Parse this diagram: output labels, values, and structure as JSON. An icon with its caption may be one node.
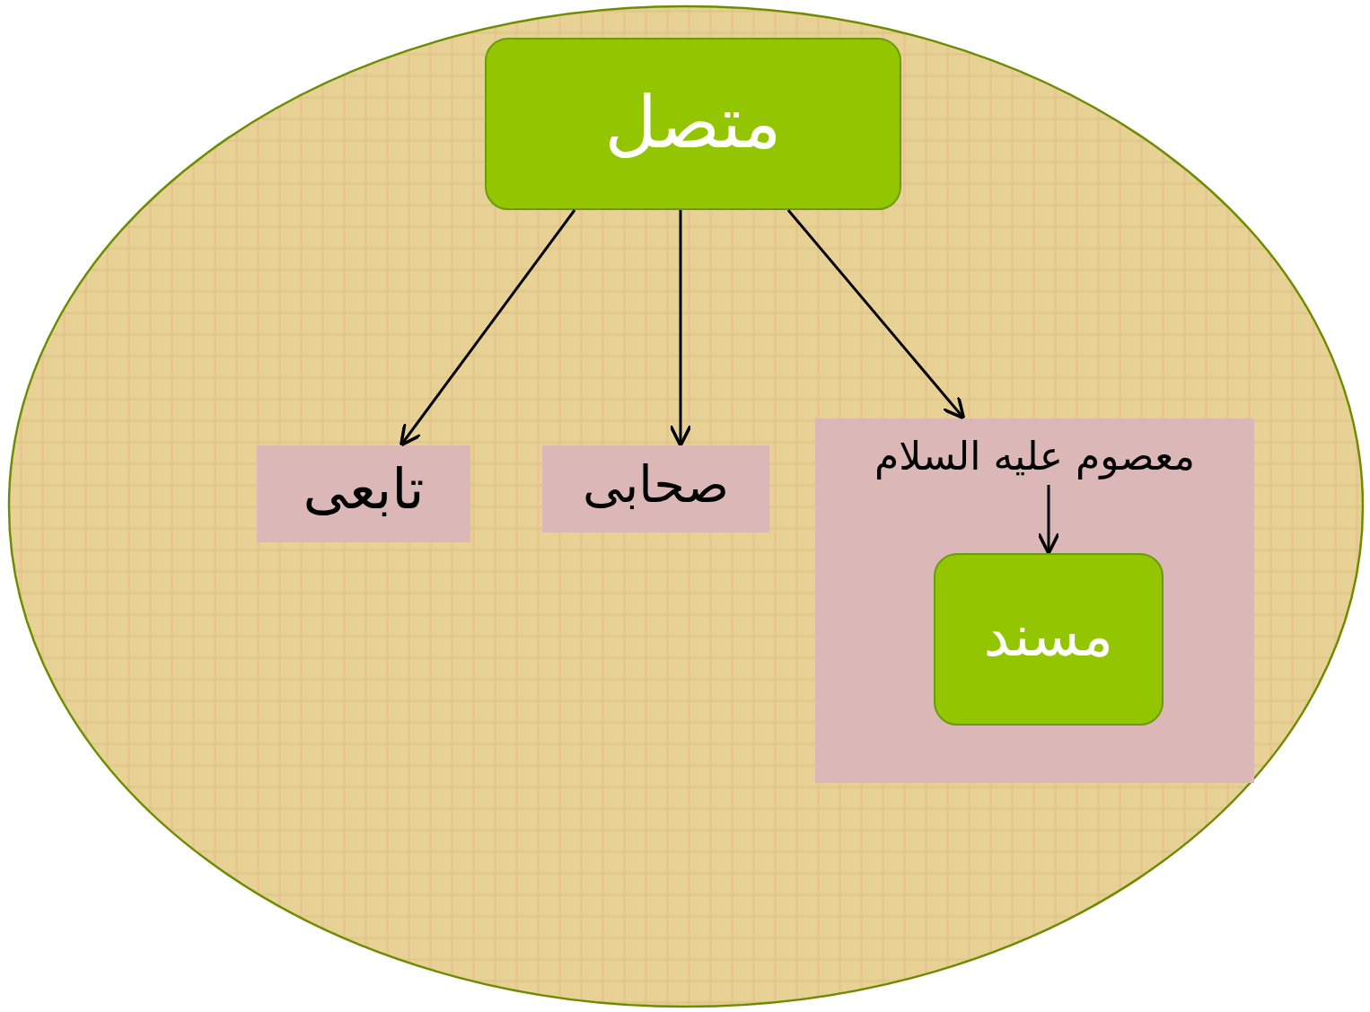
{
  "diagram": {
    "nodes": [
      {
        "text": [],
        "shape": "ellipse"
      },
      {
        "text": [
          "متصل"
        ],
        "in": 0
      },
      {
        "text": [
          "تابعی"
        ],
        "in": 0
      },
      {
        "text": [
          "صحابی"
        ],
        "in": 0
      },
      {
        "text": [
          "معصوم علیه السلام"
        ],
        "in": 0
      },
      {
        "text": [
          "مسند"
        ],
        "in": 4
      }
    ],
    "edges": [
      {
        "from": 1,
        "to": 2,
        "arrow": "to"
      },
      {
        "from": 1,
        "to": 3,
        "arrow": "to"
      },
      {
        "from": 1,
        "to": 4,
        "arrow": "to"
      },
      {
        "from": 4,
        "to": 5,
        "arrow": "to"
      }
    ]
  }
}
